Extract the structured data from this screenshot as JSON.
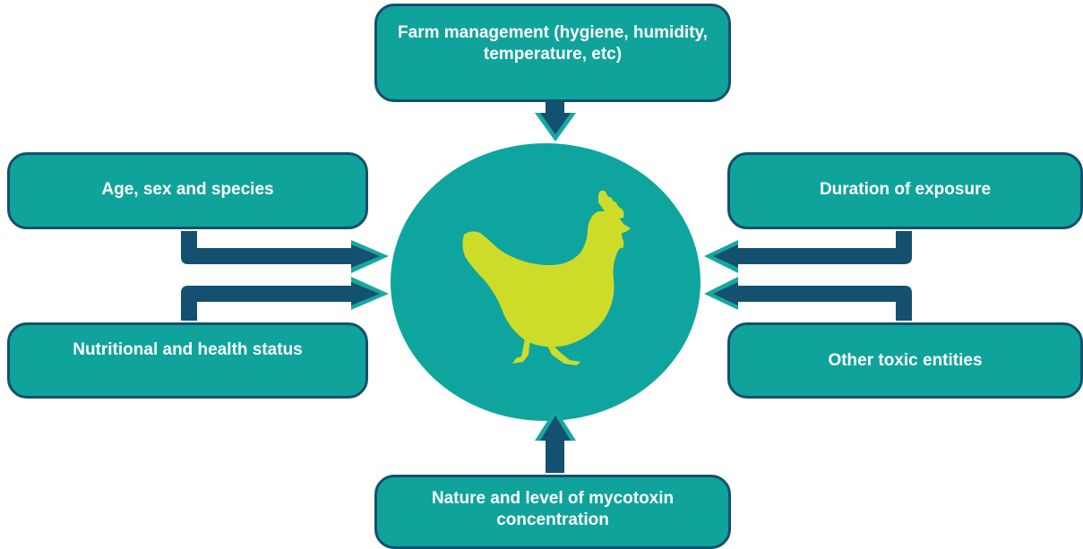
{
  "colors": {
    "box_fill": "#0fa39b",
    "box_border": "#14506f",
    "arrow": "#14506f",
    "arrow_tip": "#15a89f",
    "circle_fill": "#0ea59e",
    "chicken": "#cddc28",
    "text": "#ffffff"
  },
  "boxes": {
    "top": "Farm management (hygiene, humidity, temperature, etc)",
    "upper_left": "Age, sex and species",
    "lower_left": "Nutritional and health status",
    "upper_right": "Duration of exposure",
    "lower_right": "Other toxic entities",
    "bottom": "Nature and level of mycotoxin concentration"
  },
  "center": {
    "icon": "chicken-icon"
  }
}
